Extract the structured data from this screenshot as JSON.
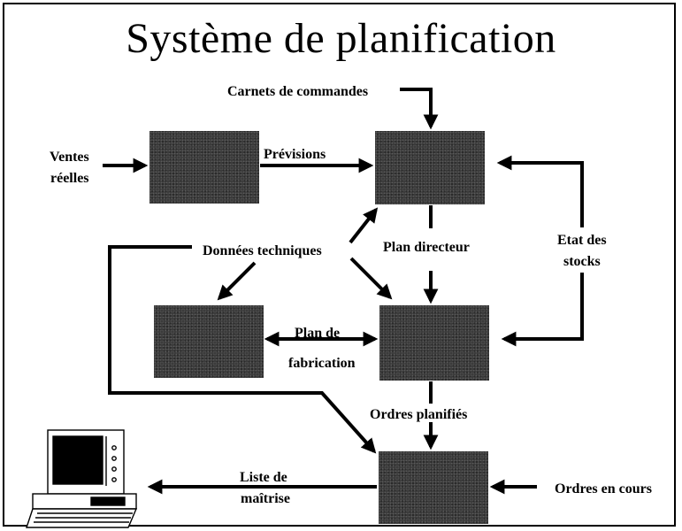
{
  "title": "Système de planification",
  "labels": {
    "carnets": "Carnets de commandes",
    "ventes_line1": "Ventes",
    "ventes_line2": "réelles",
    "previsions": "Prévisions",
    "etat_line1": "Etat des",
    "etat_line2": "stocks",
    "donnees": "Données techniques",
    "plan_directeur": "Plan directeur",
    "plan_de": "Plan de",
    "fabrication": "fabrication",
    "ordres_planifies": "Ordres planifiés",
    "liste_line1": "Liste de",
    "liste_line2": "maîtrise",
    "ordres_en_cours": "Ordres en cours"
  },
  "colors": {
    "box": "#3a3a3a",
    "line": "#000000"
  },
  "icons": [
    "computer-terminal-icon"
  ]
}
